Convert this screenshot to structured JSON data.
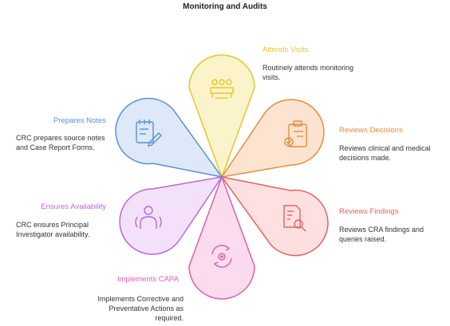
{
  "title": "Monitoring and Audits",
  "colors": {
    "yellow": "#e6c62a",
    "orange": "#ec8a3a",
    "red": "#e9625d",
    "pink": "#e25dad",
    "purple": "#b869d6",
    "blue": "#5b8fd8"
  },
  "petals": [
    {
      "key": "attends",
      "label": "Attends Visits",
      "desc": [
        "Routinely attends monitoring",
        "visits."
      ],
      "icon": "meeting-icon"
    },
    {
      "key": "decisions",
      "label": "Reviews Decisions",
      "desc": [
        "Reviews clinical and medical",
        "decisions made."
      ],
      "icon": "clipboard-check-icon"
    },
    {
      "key": "findings",
      "label": "Reviews Findings",
      "desc": [
        "Reviews CRA findings and",
        "queries raised."
      ],
      "icon": "document-search-icon"
    },
    {
      "key": "capa",
      "label": "Implements CAPA",
      "desc": [
        "Implements Corrective and",
        "Preventative Actions as",
        "required."
      ],
      "icon": "gear-refresh-icon"
    },
    {
      "key": "availability",
      "label": "Ensures Availability",
      "desc": [
        "CRC ensures Principal",
        "Investigator availability."
      ],
      "icon": "people-icon"
    },
    {
      "key": "notes",
      "label": "Prepares Notes",
      "desc": [
        "CRC prepares source notes",
        "and Case Report Forms."
      ],
      "icon": "notepad-pen-icon"
    }
  ]
}
